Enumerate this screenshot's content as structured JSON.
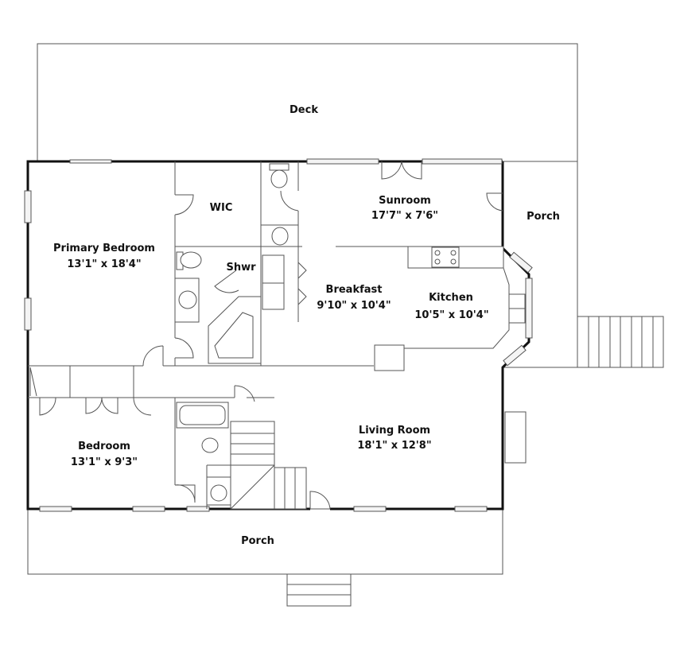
{
  "rooms": {
    "deck": {
      "name": "Deck"
    },
    "sunroom": {
      "name": "Sunroom",
      "size": "17'7\" x 7'6\""
    },
    "porch_side": {
      "name": "Porch"
    },
    "wic": {
      "name": "WIC"
    },
    "primary_bedroom": {
      "name": "Primary Bedroom",
      "size": "13'1\" x 18'4\""
    },
    "shower": {
      "name": "Shwr"
    },
    "breakfast": {
      "name": "Breakfast",
      "size": "9'10\" x 10'4\""
    },
    "kitchen": {
      "name": "Kitchen",
      "size": "10'5\" x 10'4\""
    },
    "living_room": {
      "name": "Living Room",
      "size": "18'1\" x 12'8\""
    },
    "bedroom": {
      "name": "Bedroom",
      "size": "13'1\" x 9'3\""
    },
    "porch_front": {
      "name": "Porch"
    }
  }
}
